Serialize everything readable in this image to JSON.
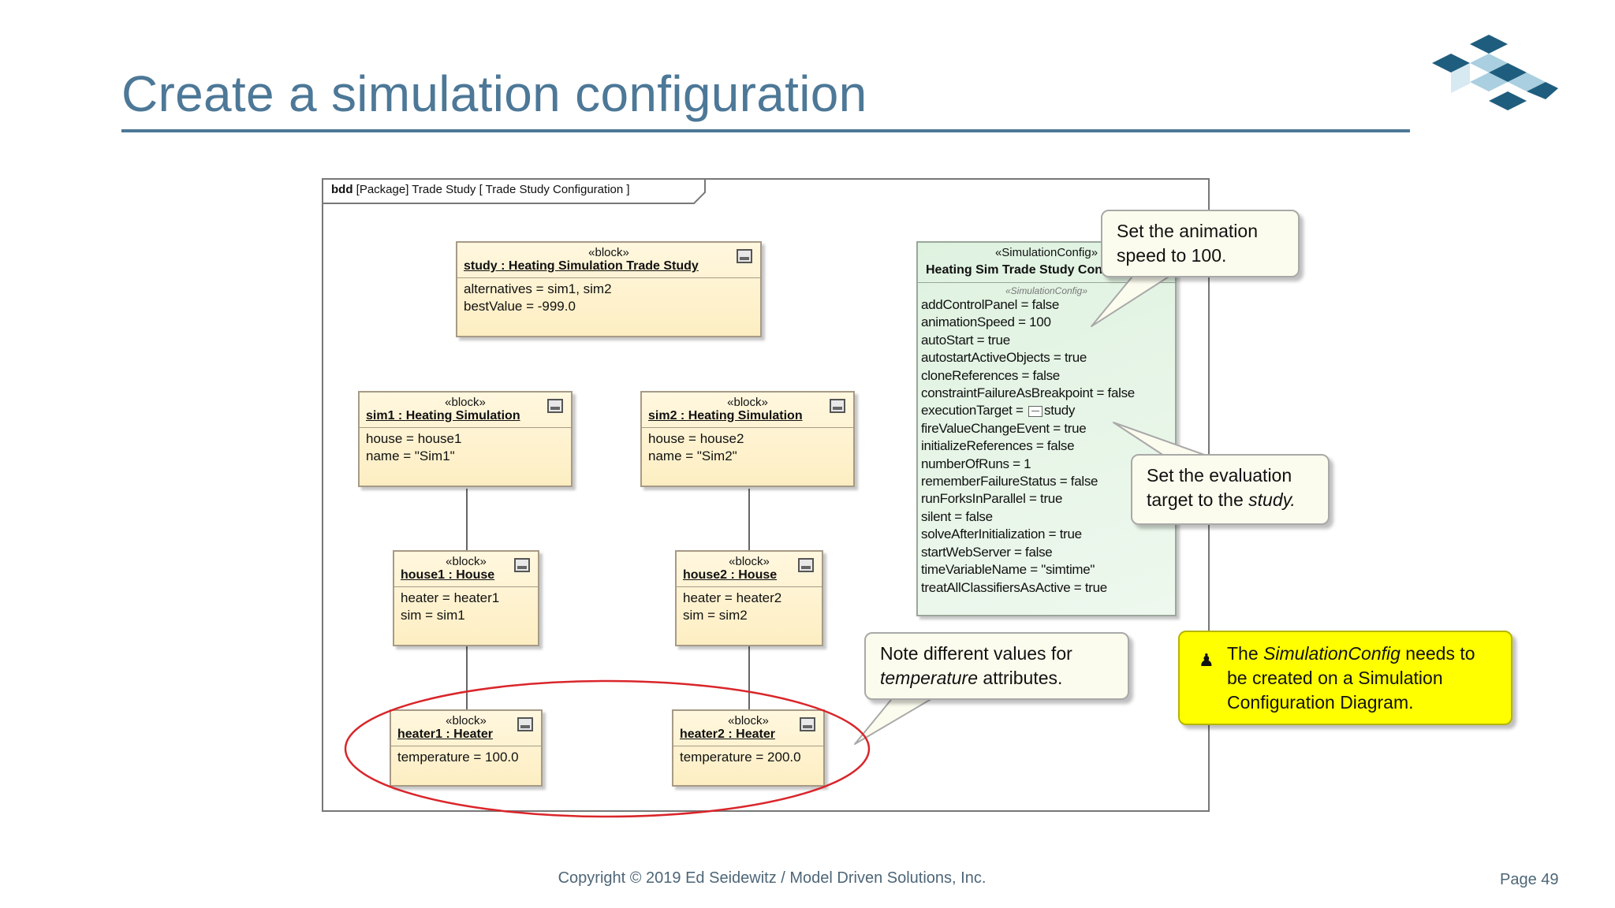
{
  "slide": {
    "title": "Create a simulation configuration",
    "copyright": "Copyright © 2019 Ed Seidewitz / Model Driven Solutions, Inc.",
    "page": "Page 49"
  },
  "diagram": {
    "frame_kind": "bdd",
    "frame_label": "[Package] Trade Study [ Trade Study Configuration ]",
    "study": {
      "stereotype": "«block»",
      "name": "study : Heating Simulation Trade Study",
      "attrs": [
        "alternatives = sim1, sim2",
        "bestValue = -999.0"
      ]
    },
    "sim1": {
      "stereotype": "«block»",
      "name": "sim1 : Heating Simulation",
      "attrs": [
        "house = house1",
        "name = \"Sim1\""
      ]
    },
    "sim2": {
      "stereotype": "«block»",
      "name": "sim2 : Heating Simulation",
      "attrs": [
        "house = house2",
        "name = \"Sim2\""
      ]
    },
    "house1": {
      "stereotype": "«block»",
      "name": "house1 : House",
      "attrs": [
        "heater = heater1",
        "sim = sim1"
      ]
    },
    "house2": {
      "stereotype": "«block»",
      "name": "house2 : House",
      "attrs": [
        "heater = heater2",
        "sim = sim2"
      ]
    },
    "heater1": {
      "stereotype": "«block»",
      "name": "heater1 : Heater",
      "attrs": [
        "temperature = 100.0"
      ]
    },
    "heater2": {
      "stereotype": "«block»",
      "name": "heater2 : Heater",
      "attrs": [
        "temperature = 200.0"
      ]
    },
    "simconfig": {
      "stereotype": "«SimulationConfig»",
      "name": "Heating Sim Trade Study Config",
      "sub_stereotype": "«SimulationConfig»",
      "attrs": [
        "addControlPanel = false",
        "animationSpeed = 100",
        "autoStart = true",
        "autostartActiveObjects = true",
        "cloneReferences = false",
        "constraintFailureAsBreakpoint = false",
        "executionTarget = ",
        "fireValueChangeEvent = true",
        "initializeReferences = false",
        "numberOfRuns = 1",
        "rememberFailureStatus = false",
        "runForksInParallel = true",
        "silent = false",
        "solveAfterInitialization = true",
        "startWebServer = false",
        "timeVariableName = \"simtime\"",
        "treatAllClassifiersAsActive = true"
      ],
      "execution_target_value": "study"
    }
  },
  "callouts": {
    "animation": "Set the animation speed to 100.",
    "evaluation_pre": "Set the evaluation target to the ",
    "evaluation_italic": "study.",
    "note_line1": "Note different values for",
    "note_italic": "temperature",
    "note_rest": " attributes."
  },
  "yellow_note": {
    "pre": "The ",
    "italic": "SimulationConfig",
    "post": " needs to be created on a Simulation Configuration Diagram."
  },
  "colors": {
    "title": "#4d7897",
    "block_fill": "#fdeec2",
    "simconfig_fill": "#dff2e0",
    "ellipse": "#d9262b",
    "yellow_note": "#ffff00"
  }
}
